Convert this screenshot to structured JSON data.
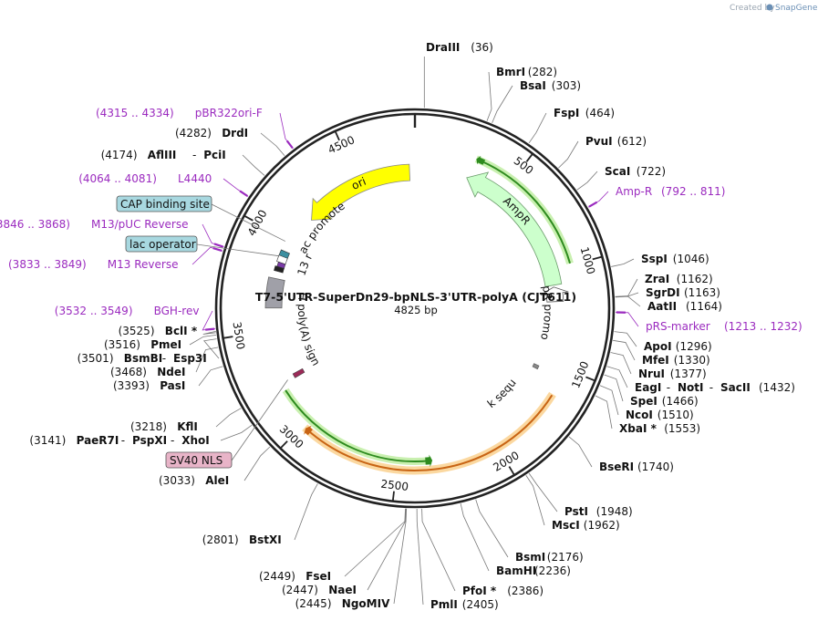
{
  "watermark": {
    "prefix": "Created by",
    "brand": "SnapGene"
  },
  "plasmid": {
    "name": "T7-5'UTR-SuperDn29-bpNLS-3'UTR-polyA (CJT611)",
    "size": "4825 bp",
    "length": 4825
  },
  "ticks": [
    {
      "bp": 500,
      "label": "500"
    },
    {
      "bp": 1000,
      "label": "1000"
    },
    {
      "bp": 1500,
      "label": "1500"
    },
    {
      "bp": 2000,
      "label": "2000"
    },
    {
      "bp": 2500,
      "label": "2500"
    },
    {
      "bp": 3000,
      "label": "3000"
    },
    {
      "bp": 3500,
      "label": "3500"
    },
    {
      "bp": 4000,
      "label": "4000"
    },
    {
      "bp": 4500,
      "label": "4500"
    }
  ],
  "enzymes": [
    {
      "names": [
        "DraIII"
      ],
      "pos": "(36)",
      "bp": 36
    },
    {
      "names": [
        "BmrI"
      ],
      "pos": "(282)",
      "bp": 282
    },
    {
      "names": [
        "BsaI"
      ],
      "pos": "(303)",
      "bp": 303
    },
    {
      "names": [
        "FspI"
      ],
      "pos": "(464)",
      "bp": 464
    },
    {
      "names": [
        "PvuI"
      ],
      "pos": "(612)",
      "bp": 612
    },
    {
      "names": [
        "ScaI"
      ],
      "pos": "(722)",
      "bp": 722
    },
    {
      "names": [
        "SspI"
      ],
      "pos": "(1046)",
      "bp": 1046
    },
    {
      "names": [
        "ZraI"
      ],
      "pos": "(1162)",
      "bp": 1162
    },
    {
      "names": [
        "SgrDI"
      ],
      "pos": "(1163)",
      "bp": 1163
    },
    {
      "names": [
        "AatII"
      ],
      "pos": "(1164)",
      "bp": 1164
    },
    {
      "names": [
        "ApoI"
      ],
      "pos": "(1296)",
      "bp": 1296
    },
    {
      "names": [
        "MfeI"
      ],
      "pos": "(1330)",
      "bp": 1330
    },
    {
      "names": [
        "NruI"
      ],
      "pos": "(1377)",
      "bp": 1377
    },
    {
      "names": [
        "EagI",
        "NotI",
        "SacII"
      ],
      "pos": "(1432)",
      "bp": 1432
    },
    {
      "names": [
        "SpeI"
      ],
      "pos": "(1466)",
      "bp": 1466
    },
    {
      "names": [
        "NcoI"
      ],
      "pos": "(1510)",
      "bp": 1510
    },
    {
      "names": [
        "XbaI *"
      ],
      "pos": "(1553)",
      "bp": 1553
    },
    {
      "names": [
        "BseRI"
      ],
      "pos": "(1740)",
      "bp": 1740
    },
    {
      "names": [
        "PstI"
      ],
      "pos": "(1948)",
      "bp": 1948
    },
    {
      "names": [
        "MscI"
      ],
      "pos": "(1962)",
      "bp": 1962
    },
    {
      "names": [
        "BsmI"
      ],
      "pos": "(2176)",
      "bp": 2176
    },
    {
      "names": [
        "BamHI"
      ],
      "pos": "(2236)",
      "bp": 2236
    },
    {
      "names": [
        "PfoI *"
      ],
      "pos": "(2386)",
      "bp": 2386
    },
    {
      "names": [
        "PmlI"
      ],
      "pos": "(2405)",
      "bp": 2405
    },
    {
      "names": [
        "NgoMIV"
      ],
      "pos": "(2445)",
      "bp": 2445
    },
    {
      "names": [
        "NaeI"
      ],
      "pos": "(2447)",
      "bp": 2447
    },
    {
      "names": [
        "FseI"
      ],
      "pos": "(2449)",
      "bp": 2449
    },
    {
      "names": [
        "BstXI"
      ],
      "pos": "(2801)",
      "bp": 2801
    },
    {
      "names": [
        "AleI"
      ],
      "pos": "(3033)",
      "bp": 3033
    },
    {
      "names": [
        "PaeR7I",
        "PspXI",
        "XhoI"
      ],
      "pos": "(3141)",
      "bp": 3141
    },
    {
      "names": [
        "KflI"
      ],
      "pos": "(3218)",
      "bp": 3218
    },
    {
      "names": [
        "PasI"
      ],
      "pos": "(3393)",
      "bp": 3393
    },
    {
      "names": [
        "NdeI"
      ],
      "pos": "(3468)",
      "bp": 3468
    },
    {
      "names": [
        "BsmBI",
        "Esp3I"
      ],
      "pos": "(3501)",
      "bp": 3501
    },
    {
      "names": [
        "PmeI"
      ],
      "pos": "(3516)",
      "bp": 3516
    },
    {
      "names": [
        "BclI *"
      ],
      "pos": "(3525)",
      "bp": 3525
    },
    {
      "names": [
        "AflIII",
        "PciI"
      ],
      "pos": "(4174)",
      "bp": 4174
    },
    {
      "names": [
        "DrdI"
      ],
      "pos": "(4282)",
      "bp": 4282
    }
  ],
  "primers": [
    {
      "name": "Amp-R",
      "range": "(792 .. 811)",
      "bp": 801
    },
    {
      "name": "pRS-marker",
      "range": "(1213 .. 1232)",
      "bp": 1222
    },
    {
      "name": "BGH-rev",
      "range": "(3532 .. 3549)",
      "bp": 3540
    },
    {
      "name": "M13 Reverse",
      "range": "(3833 .. 3849)",
      "bp": 3841
    },
    {
      "name": "M13/pUC Reverse",
      "range": "(3846 .. 3868)",
      "bp": 3857
    },
    {
      "name": "L4440",
      "range": "(4064 .. 4081)",
      "bp": 4072
    },
    {
      "name": "pBR322ori-F",
      "range": "(4315 .. 4334)",
      "bp": 4324
    }
  ],
  "boxed": [
    {
      "name": "CAP binding site",
      "color": "#a8d8e0"
    },
    {
      "name": "lac operator",
      "color": "#a8d8e0"
    },
    {
      "name": "SV40 NLS",
      "color": "#e8b4c8"
    }
  ],
  "features": {
    "ori": "ori",
    "ampr": "AmpR",
    "ampr_promoter": "AmpR promoter",
    "lac_promoter": "lac promoter",
    "m13_rev": "M13 rev",
    "bgh": "bGH poly(A) signal",
    "kozak": "Kozak sequence"
  },
  "colors": {
    "ori": "#ffff00",
    "ampr": "#ccffcc",
    "orf_green": "#2e8b1f",
    "orf_glow_green": "#c9f0b0",
    "orf_orange": "#c86414",
    "orf_glow_orange": "#fbd8a0",
    "primer": "#9b2bbf",
    "polyA": "#a0a0a8",
    "lac_op": "#3d8fa0",
    "nls": "#9c2a58"
  }
}
